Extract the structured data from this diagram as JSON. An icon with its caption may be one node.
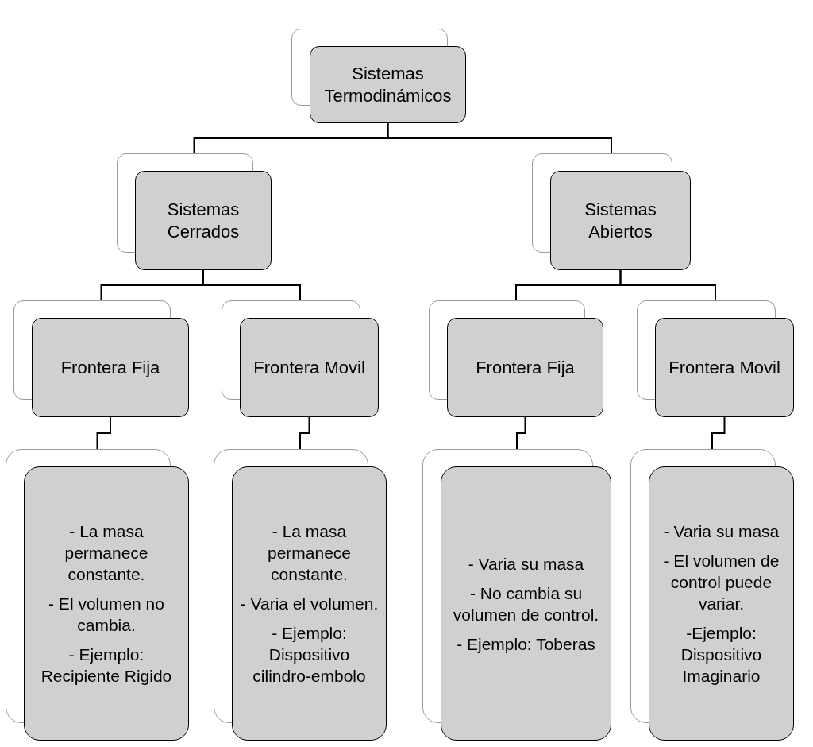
{
  "diagram": {
    "nodes": [
      {
        "text": [
          "Sistemas Termodinámicos"
        ]
      },
      {
        "text": [
          "Sistemas Cerrados"
        ]
      },
      {
        "text": [
          "Sistemas Abiertos"
        ]
      },
      {
        "text": [
          "Frontera Fija"
        ]
      },
      {
        "text": [
          "Frontera Movil"
        ]
      },
      {
        "text": [
          "Frontera Fija"
        ]
      },
      {
        "text": [
          "Frontera Movil"
        ]
      },
      {
        "text": [
          "- La masa permanece constante.",
          "- El volumen no cambia.",
          "- Ejemplo: Recipiente Rigido"
        ]
      },
      {
        "text": [
          "- La masa permanece constante.",
          "- Varia el volumen.",
          "- Ejemplo: Dispositivo cilindro-embolo"
        ]
      },
      {
        "text": [
          "- Varia su masa",
          "- No cambia su volumen de control.",
          "- Ejemplo: Toberas"
        ]
      },
      {
        "text": [
          "- Varia su masa",
          "- El volumen de control puede variar.",
          "-Ejemplo: Dispositivo Imaginario"
        ]
      }
    ],
    "edges": [
      {
        "from": 0,
        "to": 1,
        "arrow": "none"
      },
      {
        "from": 0,
        "to": 2,
        "arrow": "none"
      },
      {
        "from": 1,
        "to": 3,
        "arrow": "none"
      },
      {
        "from": 1,
        "to": 4,
        "arrow": "none"
      },
      {
        "from": 2,
        "to": 5,
        "arrow": "none"
      },
      {
        "from": 2,
        "to": 6,
        "arrow": "none"
      },
      {
        "from": 3,
        "to": 7,
        "arrow": "none"
      },
      {
        "from": 4,
        "to": 8,
        "arrow": "none"
      },
      {
        "from": 5,
        "to": 9,
        "arrow": "none"
      },
      {
        "from": 6,
        "to": 10,
        "arrow": "none"
      }
    ]
  }
}
